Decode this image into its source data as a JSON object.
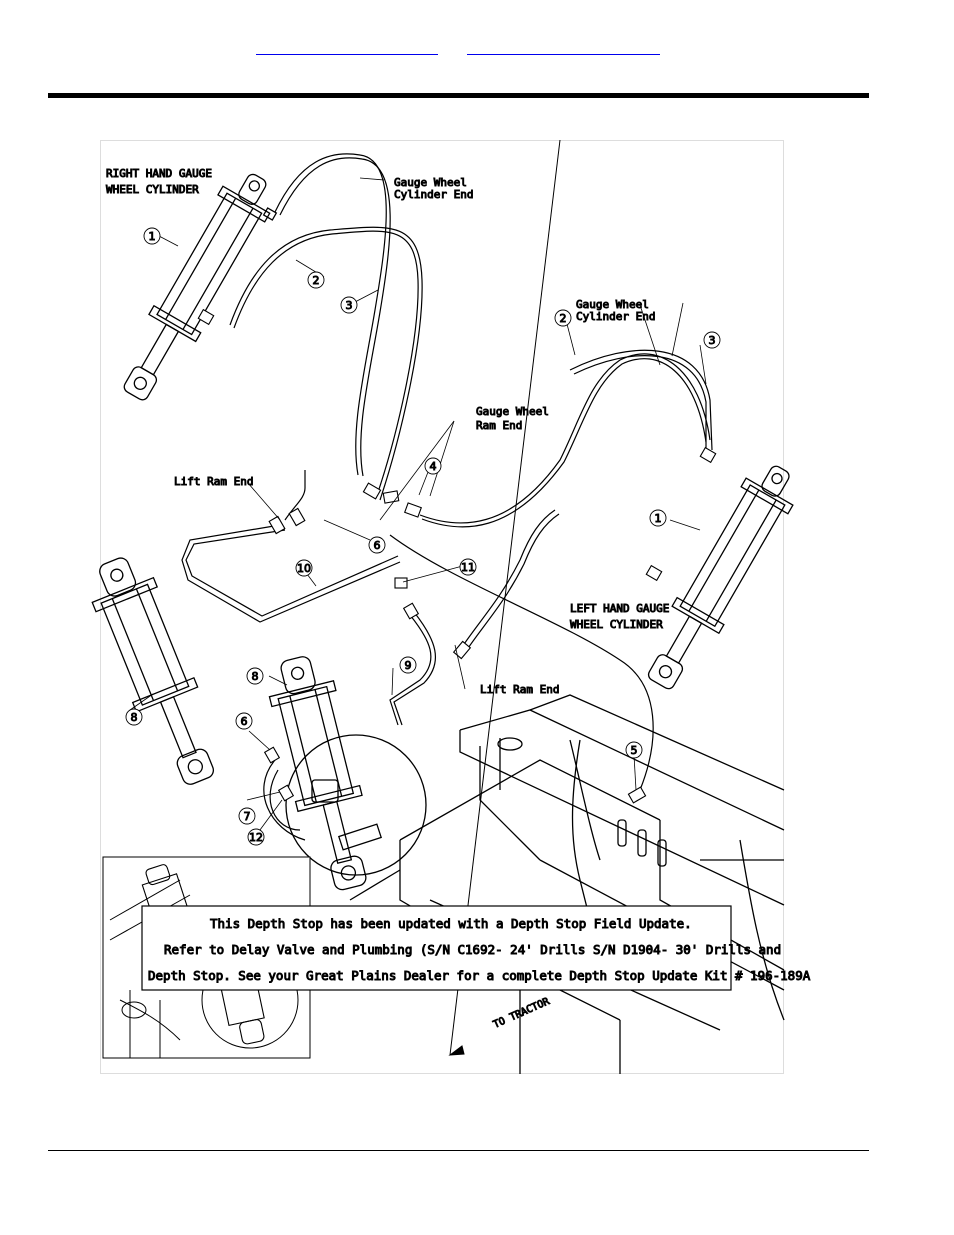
{
  "header": {
    "link_1": "",
    "link_2": ""
  },
  "diagram": {
    "labels": {
      "rh_cylinder_line1": "RIGHT HAND GAUGE",
      "rh_cylinder_line2": "WHEEL CYLINDER",
      "lh_cylinder_line1": "LEFT HAND GAUGE",
      "lh_cylinder_line2": "WHEEL CYLINDER",
      "gw_cyl_end_a_line1": "Gauge Wheel",
      "gw_cyl_end_a_line2": "Cylinder End",
      "gw_cyl_end_b_line1": "Gauge Wheel",
      "gw_cyl_end_b_line2": "Cylinder End",
      "gw_ram_end_line1": "Gauge Wheel",
      "gw_ram_end_line2": "Ram End",
      "lift_ram_end_a": "Lift Ram End",
      "lift_ram_end_b": "Lift Ram End",
      "to_tractor": "TO TRACTOR"
    },
    "callouts": {
      "c1a": "1",
      "c1b": "1",
      "c2a": "2",
      "c2b": "2",
      "c3a": "3",
      "c3b": "3",
      "c4": "4",
      "c5": "5",
      "c6a": "6",
      "c6b": "6",
      "c7": "7",
      "c8a": "8",
      "c8b": "8",
      "c9": "9",
      "c10": "10",
      "c11": "11",
      "c12": "12"
    },
    "note": {
      "line1": "This Depth Stop has been updated with a Depth Stop Field Update.",
      "line2": "Refer to Delay Valve and Plumbing (S/N C1692- 24' Drills S/N D1904- 30' Drills and",
      "line3": "Depth Stop.  See your Great Plains Dealer for a complete Depth Stop Update Kit # 196-189A"
    }
  }
}
